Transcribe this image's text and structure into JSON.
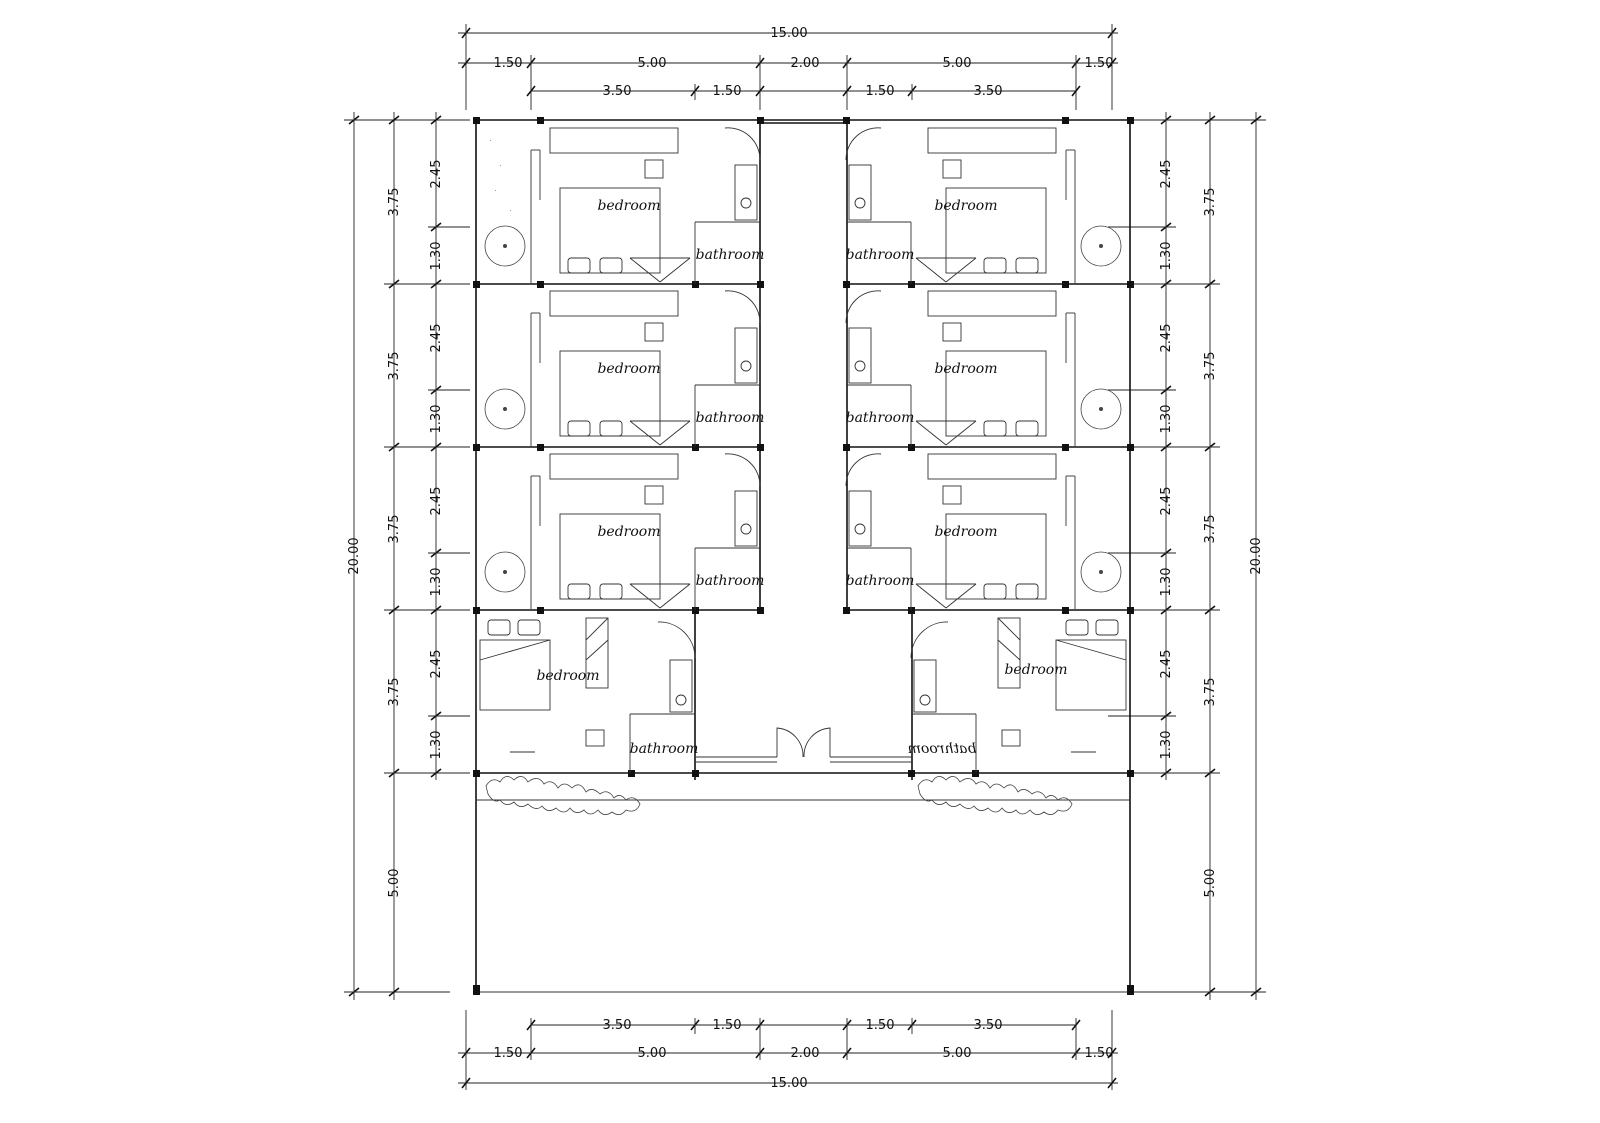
{
  "plan": {
    "dimensions": {
      "total_width": "15.00",
      "total_depth": "20.00",
      "top_mid": [
        "1.50",
        "5.00",
        "2.00",
        "5.00",
        "1.50"
      ],
      "top_inner": [
        "3.50",
        "1.50",
        "1.50",
        "3.50"
      ],
      "side_inner": [
        "2.45",
        "1.30"
      ],
      "side_bays": [
        "3.75",
        "3.75",
        "3.75",
        "3.75",
        "5.00"
      ]
    },
    "room_labels": {
      "bedroom": "bedroom",
      "bathroom": "bathroom"
    },
    "units": [
      {
        "side": "left",
        "row": 1,
        "bedroom": "bedroom",
        "bathroom": "bathroom"
      },
      {
        "side": "left",
        "row": 2,
        "bedroom": "bedroom",
        "bathroom": "bathroom"
      },
      {
        "side": "left",
        "row": 3,
        "bedroom": "bedroom",
        "bathroom": "bathroom"
      },
      {
        "side": "left",
        "row": 4,
        "bedroom": "bedroom",
        "bathroom": "bathroom"
      },
      {
        "side": "right",
        "row": 1,
        "bedroom": "bedroom",
        "bathroom": "bathroom"
      },
      {
        "side": "right",
        "row": 2,
        "bedroom": "bedroom",
        "bathroom": "bathroom"
      },
      {
        "side": "right",
        "row": 3,
        "bedroom": "bedroom",
        "bathroom": "bathroom"
      },
      {
        "side": "right",
        "row": 4,
        "bedroom": "bedroom",
        "bathroom": "bathroom"
      }
    ],
    "colors": {
      "line": "#111111",
      "background": "#ffffff"
    }
  }
}
